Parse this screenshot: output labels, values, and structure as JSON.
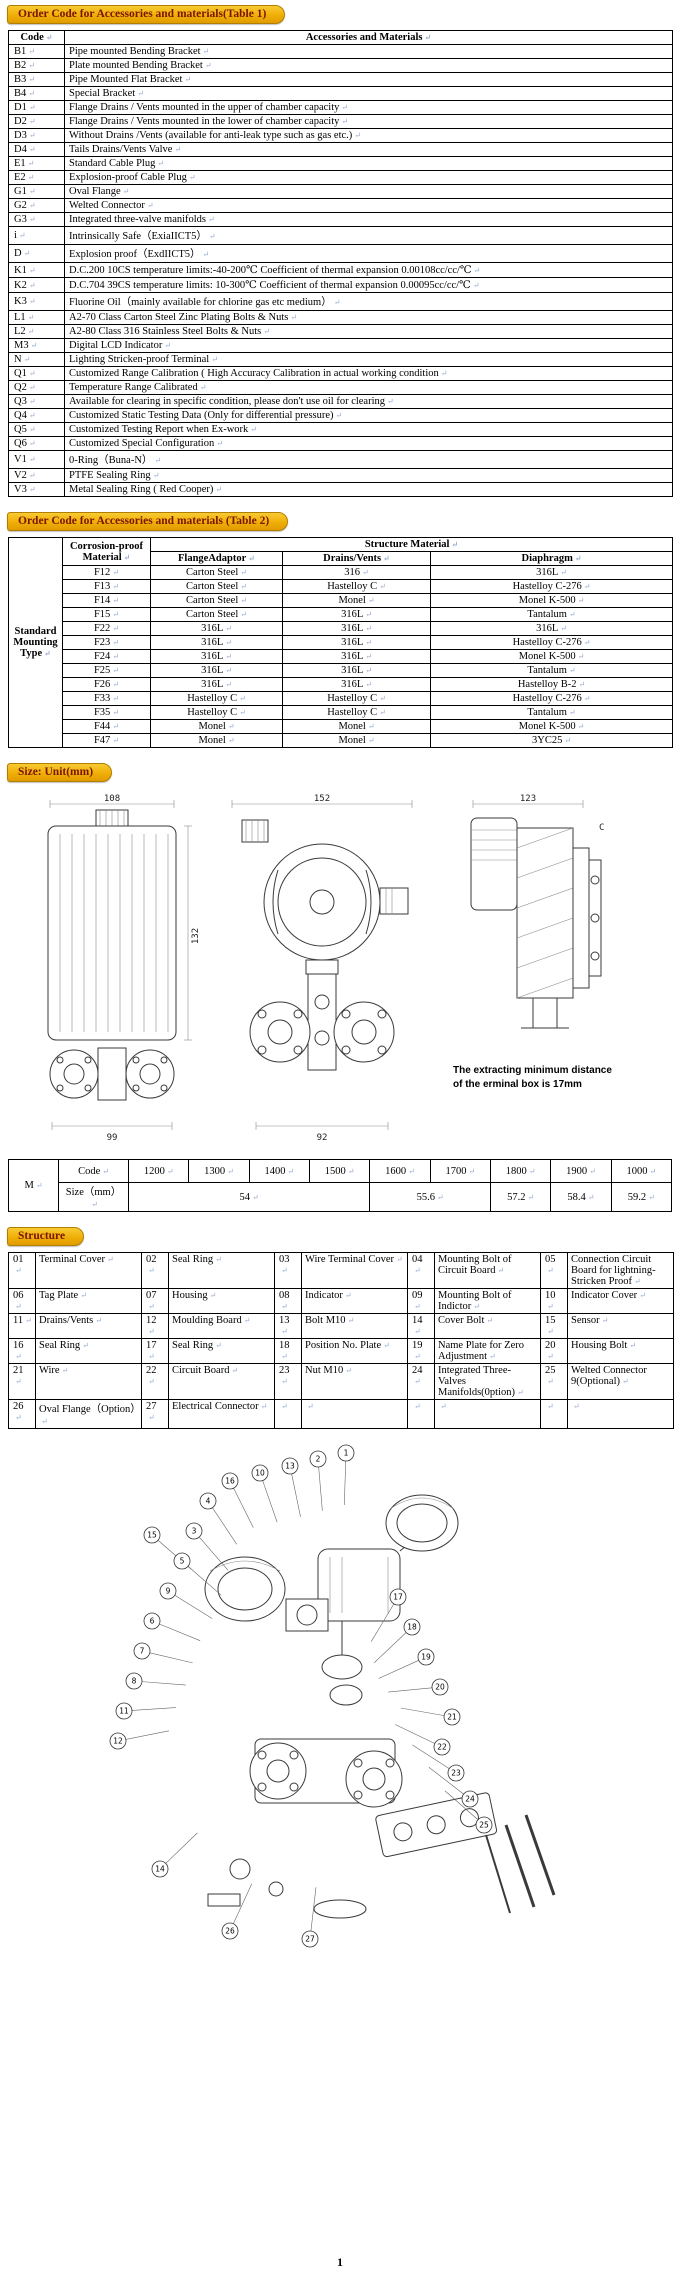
{
  "formatting_mark": "↵",
  "banners": {
    "table1": "Order Code for Accessories and materials(Table 1)",
    "table2": "Order Code for Accessories and materials (Table 2)",
    "size": "Size: Unit(mm)",
    "structure": "Structure"
  },
  "table1": {
    "headers": [
      "Code",
      "Accessories and Materials"
    ],
    "rows": [
      [
        "B1",
        "Pipe mounted Bending Bracket"
      ],
      [
        "B2",
        "Plate mounted Bending Bracket"
      ],
      [
        "B3",
        "Pipe Mounted Flat Bracket"
      ],
      [
        "B4",
        "Special Bracket"
      ],
      [
        "D1",
        "Flange Drains / Vents mounted in the upper of chamber capacity"
      ],
      [
        "D2",
        "Flange Drains / Vents mounted in the lower of chamber capacity"
      ],
      [
        "D3",
        "Without Drains /Vents (available for anti-leak type such as gas etc.)"
      ],
      [
        "D4",
        "Tails Drains/Vents Valve"
      ],
      [
        "E1",
        "Standard Cable Plug"
      ],
      [
        "E2",
        "Explosion-proof Cable Plug"
      ],
      [
        "G1",
        "Oval Flange"
      ],
      [
        "G2",
        "Welted Connector"
      ],
      [
        "G3",
        "Integrated three-valve manifolds"
      ],
      [
        "i",
        "Intrinsically Safe（ExiaIICT5）"
      ],
      [
        "D",
        "Explosion proof（ExdIICT5）"
      ],
      [
        "K1",
        "D.C.200 10CS temperature limits:-40-200℃ Coefficient of thermal expansion 0.00108cc/cc/℃"
      ],
      [
        "K2",
        "D.C.704 39CS temperature limits: 10-300℃ Coefficient of thermal expansion 0.00095cc/cc/℃"
      ],
      [
        "K3",
        "Fluorine Oil（mainly available for chlorine gas etc medium）"
      ],
      [
        "L1",
        "A2-70 Class Carton Steel Zinc Plating Bolts & Nuts"
      ],
      [
        "L2",
        "A2-80 Class 316 Stainless Steel Bolts & Nuts"
      ],
      [
        "M3",
        "Digital LCD Indicator"
      ],
      [
        "N",
        "Lighting Stricken-proof Terminal"
      ],
      [
        "Q1",
        "Customized Range Calibration ( High Accuracy Calibration in actual working condition"
      ],
      [
        "Q2",
        "Temperature Range Calibrated"
      ],
      [
        "Q3",
        "Available for clearing in specific condition, please don't use oil for clearing"
      ],
      [
        "Q4",
        "Customized Static Testing Data (Only for differential pressure)"
      ],
      [
        "Q5",
        "Customized Testing Report when Ex-work"
      ],
      [
        "Q6",
        "Customized Special Configuration"
      ],
      [
        "V1",
        "0-Ring（Buna-N）"
      ],
      [
        "V2",
        "PTFE Sealing Ring"
      ],
      [
        "V3",
        "Metal Sealing Ring ( Red Cooper)"
      ]
    ]
  },
  "table2": {
    "left_label": "Standard Mounting Type",
    "corrosion_header": "Corrosion-proof Material",
    "structure_header": "Structure Material",
    "sub_headers": [
      "FlangeAdaptor",
      "Drains/Vents",
      "Diaphragm"
    ],
    "rows": [
      [
        "F12",
        "Carton Steel",
        "316",
        "316L"
      ],
      [
        "F13",
        "Carton Steel",
        "Hastelloy C",
        "Hastelloy C-276"
      ],
      [
        "F14",
        "Carton Steel",
        "Monel",
        "Monel K-500"
      ],
      [
        "F15",
        "Carton Steel",
        "316L",
        "Tantalum"
      ],
      [
        "F22",
        "316L",
        "316L",
        "316L"
      ],
      [
        "F23",
        "316L",
        "316L",
        "Hastelloy C-276"
      ],
      [
        "F24",
        "316L",
        "316L",
        "Monel K-500"
      ],
      [
        "F25",
        "316L",
        "316L",
        "Tantalum"
      ],
      [
        "F26",
        "316L",
        "316L",
        "Hastelloy B-2"
      ],
      [
        "F33",
        "Hastelloy C",
        "Hastelloy C",
        "Hastelloy C-276"
      ],
      [
        "F35",
        "Hastelloy C",
        "Hastelloy C",
        "Tantalum"
      ],
      [
        "F44",
        "Monel",
        "Monel",
        "Monel K-500"
      ],
      [
        "F47",
        "Monel",
        "Monel",
        "3YC25"
      ]
    ]
  },
  "size_section": {
    "dims": {
      "front_width": "108",
      "front_height": "132",
      "front_bottom": "99",
      "mid_width": "152",
      "mid_bottom": "92",
      "side_width": "123",
      "side_c": "C"
    },
    "note_line1": "The extracting minimum distance",
    "note_line2": "of the erminal box is 17mm"
  },
  "dim_table": {
    "row_label": "M",
    "code_label": "Code",
    "size_label": "Size（mm）",
    "codes": [
      "1200",
      "1300",
      "1400",
      "1500",
      "1600",
      "1700",
      "1800",
      "1900",
      "1000"
    ],
    "sizes": [
      {
        "v": "54",
        "span": 4
      },
      {
        "v": "55.6",
        "span": 2
      },
      {
        "v": "57.2",
        "span": 1
      },
      {
        "v": "58.4",
        "span": 1
      },
      {
        "v": "59.2",
        "span": 1
      }
    ]
  },
  "structure": {
    "items": [
      {
        "no": "01",
        "label": "Terminal Cover"
      },
      {
        "no": "02",
        "label": "Seal Ring"
      },
      {
        "no": "03",
        "label": "Wire Terminal Cover"
      },
      {
        "no": "04",
        "label": "Mounting Bolt of Circuit Board"
      },
      {
        "no": "05",
        "label": "Connection Circuit Board for lightning-Stricken Proof"
      },
      {
        "no": "06",
        "label": "Tag Plate"
      },
      {
        "no": "07",
        "label": "Housing"
      },
      {
        "no": "08",
        "label": "Indicator"
      },
      {
        "no": "09",
        "label": "Mounting Bolt of Indictor"
      },
      {
        "no": "10",
        "label": "Indicator Cover"
      },
      {
        "no": "11",
        "label": "Drains/Vents"
      },
      {
        "no": "12",
        "label": "Moulding Board"
      },
      {
        "no": "13",
        "label": "Bolt M10"
      },
      {
        "no": "14",
        "label": "Cover Bolt"
      },
      {
        "no": "15",
        "label": "Sensor"
      },
      {
        "no": "16",
        "label": "Seal Ring"
      },
      {
        "no": "17",
        "label": "Seal Ring"
      },
      {
        "no": "18",
        "label": "Position No. Plate"
      },
      {
        "no": "19",
        "label": "Name Plate for Zero Adjustment"
      },
      {
        "no": "20",
        "label": "Housing Bolt"
      },
      {
        "no": "21",
        "label": "Wire"
      },
      {
        "no": "22",
        "label": "Circuit Board"
      },
      {
        "no": "23",
        "label": "Nut M10"
      },
      {
        "no": "24",
        "label": "Integrated Three-Valves Manifolds(0ption)"
      },
      {
        "no": "25",
        "label": "Welted Connector 9(Optional)"
      },
      {
        "no": "26",
        "label": "Oval Flange（Option）"
      },
      {
        "no": "27",
        "label": "Electrical Connector"
      },
      {
        "no": "",
        "label": ""
      },
      {
        "no": "",
        "label": ""
      },
      {
        "no": "",
        "label": ""
      }
    ]
  },
  "exploded": {
    "callouts": [
      [
        16,
        140,
        42
      ],
      [
        10,
        170,
        34
      ],
      [
        13,
        200,
        27
      ],
      [
        2,
        228,
        20
      ],
      [
        1,
        256,
        14
      ],
      [
        4,
        118,
        62
      ],
      [
        15,
        62,
        96
      ],
      [
        3,
        104,
        92
      ],
      [
        5,
        92,
        122
      ],
      [
        9,
        78,
        152
      ],
      [
        6,
        62,
        182
      ],
      [
        7,
        52,
        212
      ],
      [
        8,
        44,
        242
      ],
      [
        11,
        34,
        272
      ],
      [
        12,
        28,
        302
      ],
      [
        17,
        308,
        158
      ],
      [
        18,
        322,
        188
      ],
      [
        19,
        336,
        218
      ],
      [
        20,
        350,
        248
      ],
      [
        21,
        362,
        278
      ],
      [
        22,
        352,
        308
      ],
      [
        23,
        366,
        334
      ],
      [
        24,
        380,
        360
      ],
      [
        25,
        394,
        386
      ],
      [
        14,
        70,
        430
      ],
      [
        26,
        140,
        492
      ],
      [
        27,
        220,
        500
      ]
    ]
  },
  "page_number": "1"
}
